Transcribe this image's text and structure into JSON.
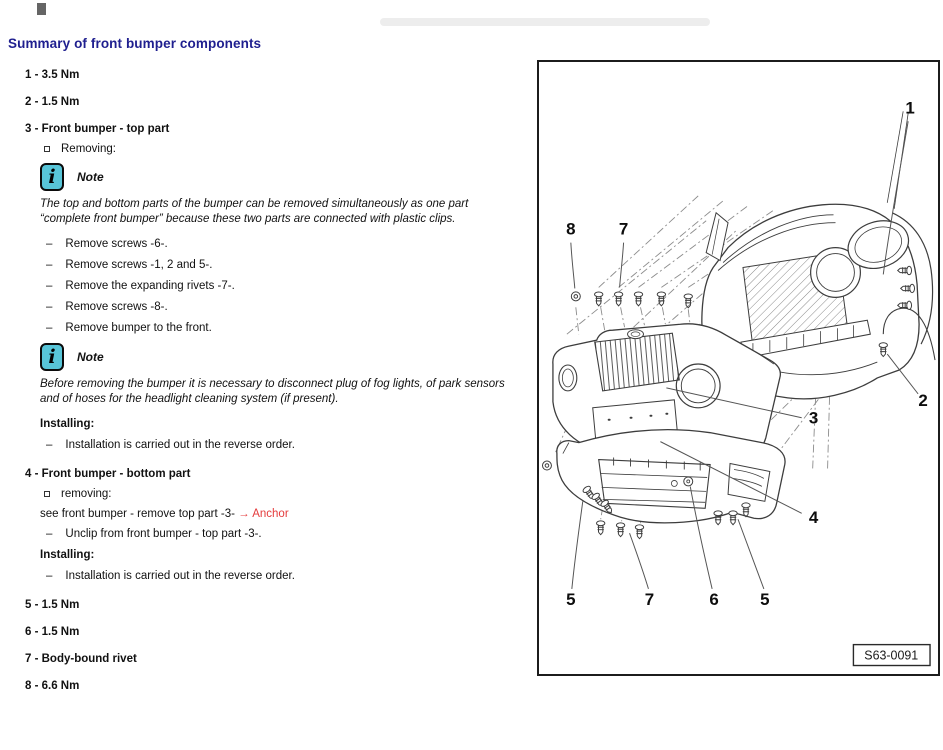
{
  "page": {
    "title": "Summary of front bumper components"
  },
  "colors": {
    "title_blue": "#1f1f8f",
    "anchor_red": "#e43b3c",
    "note_icon_bg": "#58c5d8",
    "body_text": "#111111",
    "diagram_line": "#3d3d3d"
  },
  "markers": {
    "dash": "–"
  },
  "note_icon": {
    "glyph": "i"
  },
  "list": [
    {
      "text": "1 - 3.5 Nm"
    },
    {
      "text": "2 - 1.5 Nm"
    },
    {
      "text": "3 - Front bumper - top part"
    },
    {
      "text": "4 - Front bumper - bottom part"
    },
    {
      "text": "5 - 1.5 Nm"
    },
    {
      "text": "6 - 1.5 Nm"
    },
    {
      "text": "7 - Body-bound rivet"
    },
    {
      "text": "8 - 6.6 Nm"
    }
  ],
  "section3": {
    "removing": "Removing:",
    "note1_title": "Note",
    "note1_body": "The top and bottom parts of the bumper can be removed simultaneously as one part “complete front bumper” because these two parts are connected with plastic clips.",
    "steps": [
      "Remove screws -6-.",
      "Remove screws -1, 2 and 5-.",
      "Remove the expanding rivets -7-.",
      "Remove screws -8-.",
      "Remove bumper to the front."
    ],
    "note2_title": "Note",
    "note2_body": "Before removing the bumper it is necessary to disconnect plug of fog lights, of park sensors and of hoses for the headlight cleaning system (if present).",
    "installing": "Installing:",
    "installing_step": "Installation is carried out in the reverse order."
  },
  "section4": {
    "removing": "removing:",
    "see_text": "see front bumper - remove top part -3-",
    "anchor_arrow": "→",
    "anchor_text": "Anchor",
    "steps": [
      "Unclip from front bumper - top part -3-."
    ],
    "installing": "Installing:",
    "installing_step": "Installation is carried out in the reverse order."
  },
  "diagram": {
    "figure_code": "S63-0091",
    "callouts": [
      "1",
      "8",
      "7",
      "2",
      "3",
      "4",
      "5",
      "7",
      "6",
      "5"
    ]
  }
}
